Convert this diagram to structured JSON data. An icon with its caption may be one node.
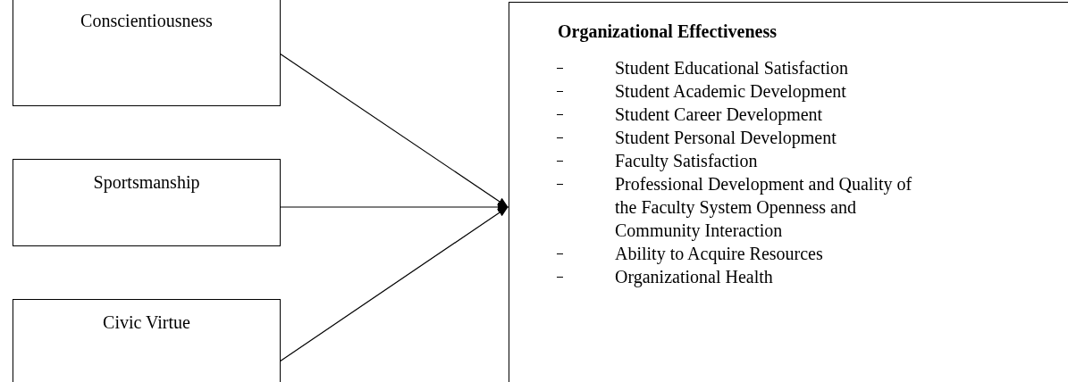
{
  "diagram": {
    "nodes": [
      {
        "text": [
          "Conscientiousness"
        ]
      },
      {
        "text": [
          "Sportsmanship"
        ]
      },
      {
        "text": [
          "Civic Virtue"
        ]
      },
      {
        "text": [
          "Organizational Effectiveness",
          "Student Educational Satisfaction",
          "Student Academic Development",
          "Student Career Development",
          "Student Personal Development",
          "Faculty Satisfaction",
          "Professional Development and Quality of the Faculty System Openness and Community Interaction",
          "Ability to Acquire Resources",
          "Organizational Health"
        ]
      }
    ],
    "edges": [
      {
        "from": 0,
        "to": 3,
        "arrow": "to"
      },
      {
        "from": 1,
        "to": 3,
        "arrow": "to"
      },
      {
        "from": 2,
        "to": 3,
        "arrow": "to"
      }
    ]
  }
}
